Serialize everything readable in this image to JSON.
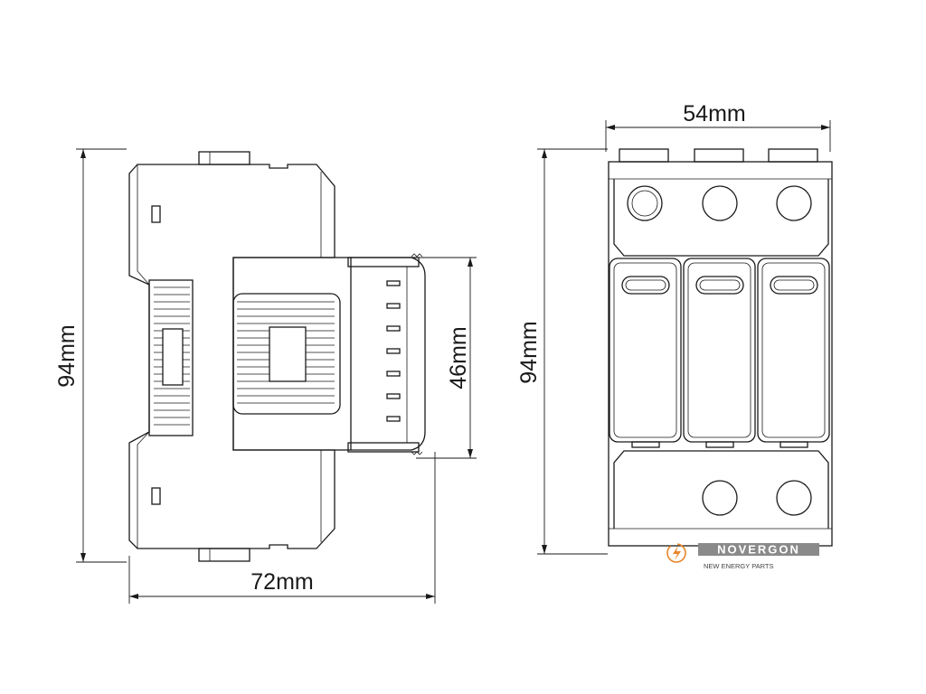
{
  "side_view": {
    "height_label": "94mm",
    "width_label": "72mm",
    "depth_label": "46mm"
  },
  "front_view": {
    "width_label": "54mm",
    "height_label": "94mm"
  },
  "logo": {
    "name": "NOVERGON",
    "tagline": "NEW ENERGY PARTS",
    "accent_color": "#e8862a",
    "icon": "bolt-circle-icon"
  }
}
